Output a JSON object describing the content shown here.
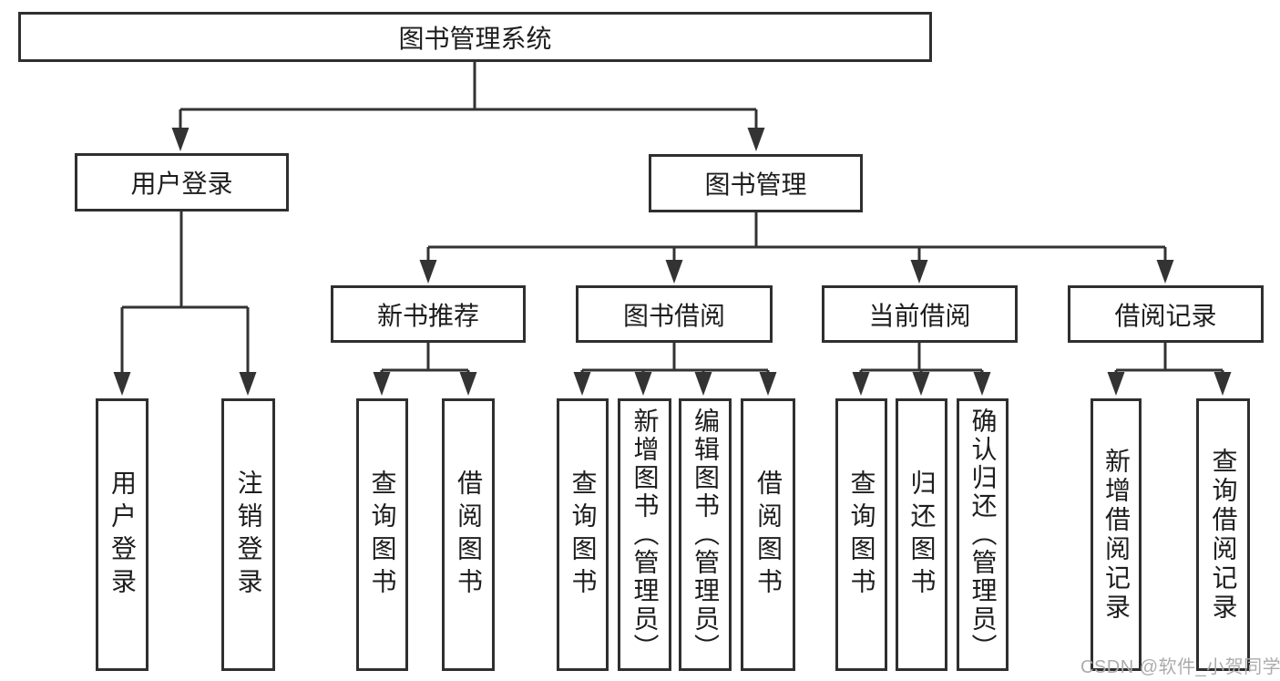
{
  "tree": {
    "root": "图书管理系统",
    "children": [
      {
        "label": "用户登录",
        "children": [
          {
            "label": "用户登录"
          },
          {
            "label": "注销登录"
          }
        ]
      },
      {
        "label": "图书管理",
        "children": [
          {
            "label": "新书推荐",
            "children": [
              {
                "label": "查询图书"
              },
              {
                "label": "借阅图书"
              }
            ]
          },
          {
            "label": "图书借阅",
            "children": [
              {
                "label": "查询图书"
              },
              {
                "label": "新增图书（管理员）"
              },
              {
                "label": "编辑图书（管理员）"
              },
              {
                "label": "借阅图书"
              }
            ]
          },
          {
            "label": "当前借阅",
            "children": [
              {
                "label": "查询图书"
              },
              {
                "label": "归还图书"
              },
              {
                "label": "确认归还（管理员）"
              }
            ]
          },
          {
            "label": "借阅记录",
            "children": [
              {
                "label": "新增借阅记录"
              },
              {
                "label": "查询借阅记录"
              }
            ]
          }
        ]
      }
    ]
  },
  "watermark": "CSDN @软件_小贺同学",
  "colors": {
    "line": "#333333",
    "border": "#2f2f2f",
    "text": "#1d1d1d",
    "background": "#ffffff",
    "watermark": "#acacac"
  }
}
